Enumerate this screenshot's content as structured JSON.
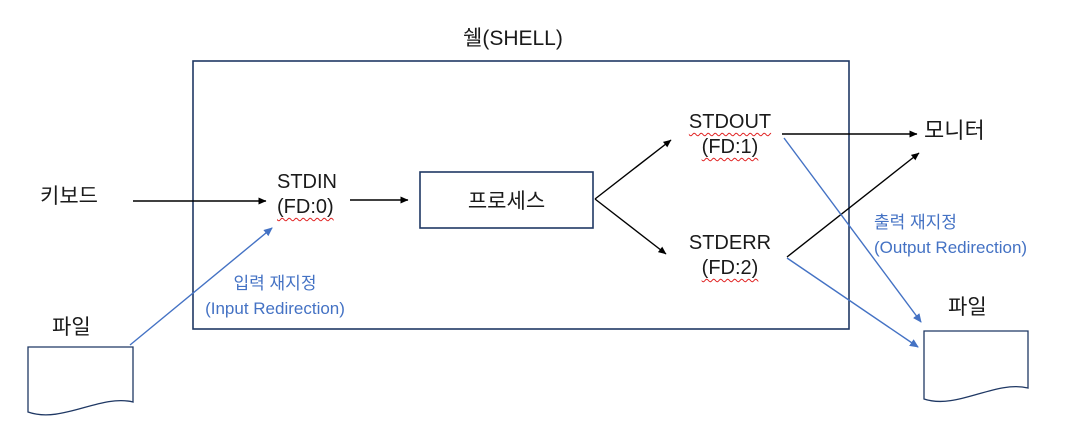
{
  "title": "쉘(SHELL)",
  "colors": {
    "box_border": "#1f3864",
    "arrow_black": "#000000",
    "arrow_blue": "#4472c4",
    "spellcheck_underline": "#e02020"
  },
  "nodes": {
    "keyboard": {
      "label": "키보드"
    },
    "stdin": {
      "label": "STDIN",
      "fd": "(FD:0)"
    },
    "process": {
      "label": "프로세스"
    },
    "stdout": {
      "label": "STDOUT",
      "fd": "(FD:1)"
    },
    "stderr": {
      "label": "STDERR",
      "fd": "(FD:2)"
    },
    "monitor": {
      "label": "모니터"
    },
    "file_input": {
      "label": "파일"
    },
    "file_output": {
      "label": "파일"
    }
  },
  "annotations": {
    "input_redirection": {
      "korean": "입력 재지정",
      "english": "(Input Redirection)"
    },
    "output_redirection": {
      "korean": "출력 재지정",
      "english": "(Output Redirection)"
    }
  }
}
